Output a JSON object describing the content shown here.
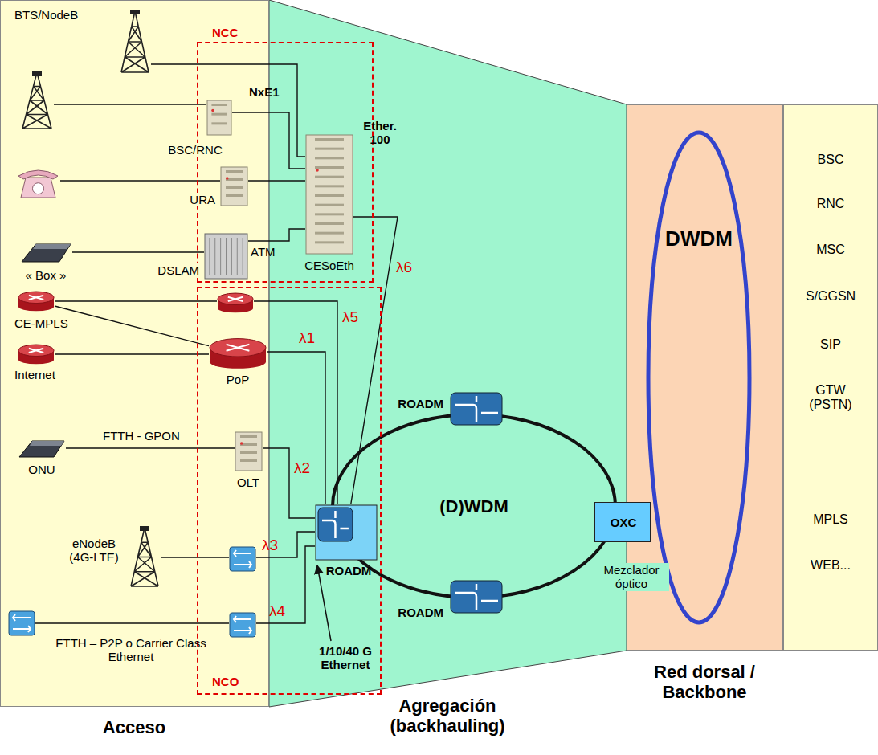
{
  "diagram": {
    "nodes": [
      {
        "text": [
          "Acceso"
        ]
      },
      {
        "text": [
          "Agregación (backhauling)"
        ]
      },
      {
        "text": [
          "Red dorsal / Backbone"
        ]
      },
      {
        "text": [
          "BSC",
          "RNC",
          "MSC",
          "S/GGSN",
          "SIP",
          "GTW (PSTN)",
          "MPLS",
          "WEB..."
        ]
      },
      {
        "text": [
          "DWDM"
        ],
        "in": 2
      },
      {
        "text": [
          "NCC"
        ]
      },
      {
        "text": [
          "BTS/NodeB"
        ],
        "in": 0
      },
      {
        "text": [],
        "in": 0
      },
      {
        "text": [
          "BSC/RNC"
        ],
        "in": 5
      },
      {
        "text": [],
        "in": 0
      },
      {
        "text": [
          "URA"
        ],
        "in": 5
      },
      {
        "text": [
          "« Box »"
        ],
        "in": 0
      },
      {
        "text": [
          "DSLAM"
        ],
        "in": 5
      },
      {
        "text": [
          "CESoEth"
        ],
        "in": 5
      },
      {
        "text": [
          "NCO"
        ]
      },
      {
        "text": [
          "CE-MPLS"
        ],
        "in": 0
      },
      {
        "text": [],
        "in": 14
      },
      {
        "text": [
          "Internet"
        ],
        "in": 0
      },
      {
        "text": [
          "PoP"
        ],
        "in": 14
      },
      {
        "text": [
          "ONU"
        ],
        "in": 0
      },
      {
        "text": [
          "OLT"
        ],
        "in": 14
      },
      {
        "text": [
          "eNodeB (4G-LTE)"
        ],
        "in": 0
      },
      {
        "text": [],
        "in": 14
      },
      {
        "text": [],
        "in": 0
      },
      {
        "text": [],
        "in": 14
      },
      {
        "text": [
          "ROADM"
        ],
        "in": 14
      },
      {
        "text": [
          "(D)WDM"
        ],
        "in": 1
      },
      {
        "text": [
          "ROADM"
        ],
        "in": 1
      },
      {
        "text": [
          "ROADM"
        ],
        "in": 1
      },
      {
        "text": [
          "OXC",
          "Mezclador óptico"
        ]
      }
    ],
    "edges": [
      {
        "from": 6,
        "to": 13,
        "arrow": "none"
      },
      {
        "from": 7,
        "to": 8,
        "arrow": "none"
      },
      {
        "from": 8,
        "to": 13,
        "arrow": "none"
      },
      {
        "from": 9,
        "to": 10,
        "arrow": "none"
      },
      {
        "from": 10,
        "to": 13,
        "arrow": "none"
      },
      {
        "from": 11,
        "to": 12,
        "arrow": "none"
      },
      {
        "from": 12,
        "to": 13,
        "arrow": "none",
        "label": "ATM"
      },
      {
        "from": 13,
        "to": 25,
        "arrow": "none",
        "label": "λ6"
      },
      {
        "from": 15,
        "to": 16,
        "arrow": "none"
      },
      {
        "from": 15,
        "to": 18,
        "arrow": "none"
      },
      {
        "from": 17,
        "to": 18,
        "arrow": "none"
      },
      {
        "from": 16,
        "to": 25,
        "arrow": "none",
        "label": "λ5"
      },
      {
        "from": 18,
        "to": 25,
        "arrow": "none",
        "label": "λ1"
      },
      {
        "from": 19,
        "to": 20,
        "arrow": "none",
        "label": "FTTH - GPON"
      },
      {
        "from": 20,
        "to": 25,
        "arrow": "none",
        "label": "λ2"
      },
      {
        "from": 21,
        "to": 22,
        "arrow": "none"
      },
      {
        "from": 22,
        "to": 25,
        "arrow": "none",
        "label": "λ3"
      },
      {
        "from": 23,
        "to": 24,
        "arrow": "none",
        "label": "FTTH – P2P o Carrier Class Ethernet"
      },
      {
        "from": 24,
        "to": 25,
        "arrow": "none",
        "label": "λ4"
      }
    ],
    "labels": [
      "NxE1",
      "Ether. 100",
      "1/10/40 G Ethernet"
    ]
  }
}
